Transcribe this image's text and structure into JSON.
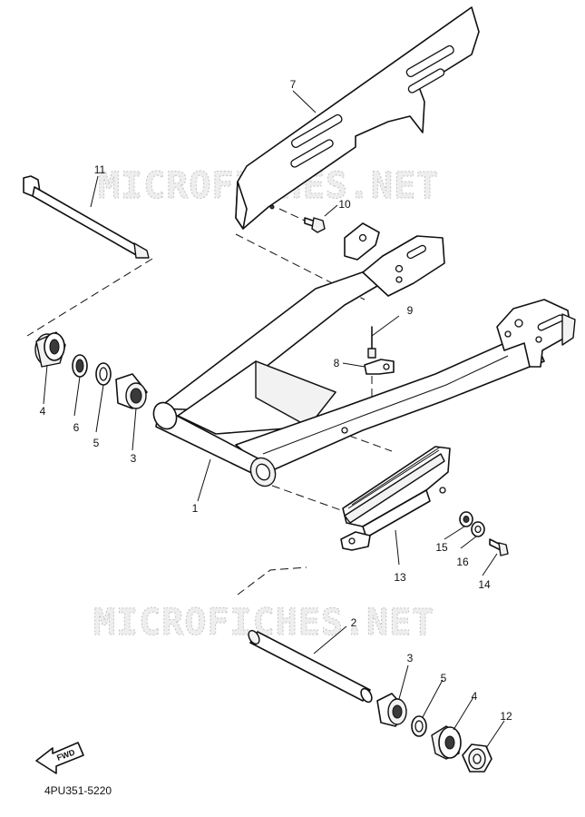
{
  "watermark": {
    "text": "MICROFICHES.NET"
  },
  "figure_code": "4PU351-5220",
  "fwd_label": "FWD",
  "callouts": {
    "swingarm": "1",
    "pivot_shaft": "2",
    "bearing_left": "3",
    "bearing_right": "3",
    "bush_left": "4",
    "bush_right": "4",
    "thrust_washer_left": "5",
    "thrust_washer_right": "5",
    "oil_seal": "6",
    "chain_guard": "7",
    "clamp": "8",
    "rivet": "9",
    "guard_bolt": "10",
    "pivot_bolt": "11",
    "nut": "12",
    "chain_slider": "13",
    "slider_bolt": "14",
    "collar": "15",
    "washer": "16"
  },
  "colors": {
    "line": "#111111",
    "watermark_fill": "#eeeeee",
    "watermark_stroke": "#c4c4c4"
  }
}
